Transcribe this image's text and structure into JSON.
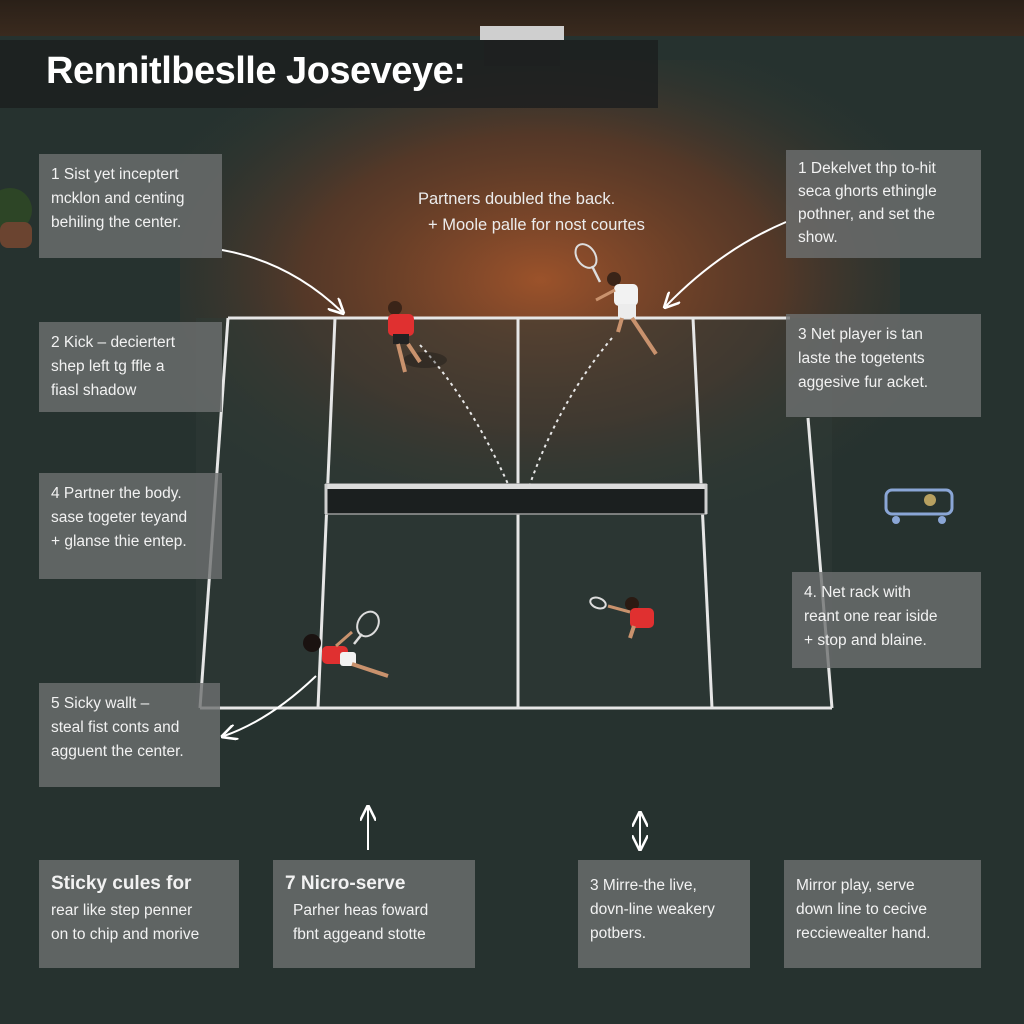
{
  "title": "Rennitlbeslle Joseveye:",
  "center_note": {
    "line1": "Partners doubled the back.",
    "line2": "+ Moole palle for nost courtes"
  },
  "callouts": [
    {
      "id": "top-left",
      "lines": [
        "1 Sist yet inceptert",
        "mcklon and centing",
        "behiling the center."
      ]
    },
    {
      "id": "top-right",
      "lines": [
        "1 Dekelvet thp to-hit",
        "seca ghorts ethingle",
        "pothner, and set the",
        "show."
      ]
    },
    {
      "id": "mid-left-1",
      "lines": [
        "2 Kick – deciertert",
        "shep left tg ffle a",
        "fiasl shadow"
      ]
    },
    {
      "id": "mid-right-1",
      "lines": [
        "3 Net player is tan",
        "laste the togetents",
        "aggesive fur acket."
      ]
    },
    {
      "id": "mid-left-2",
      "lines": [
        "4 Partner the body.",
        "sase togeter teyand",
        "+ glanse thie entep."
      ]
    },
    {
      "id": "mid-right-2",
      "lines": [
        "4. Net rack with",
        "reant one rear iside",
        "+ stop and blaine."
      ]
    },
    {
      "id": "low-left",
      "lines": [
        "5 Sicky wallt –",
        "steal fist conts and",
        "agguent the center."
      ]
    }
  ],
  "bottom_cards": [
    {
      "id": "card-1",
      "lines": [
        "Sticky cules for",
        "rear like step penner",
        "on to chip and morive"
      ]
    },
    {
      "id": "card-2",
      "lines": [
        "7 Nicro-serve",
        "Parher heas foward",
        "fbnt aggeand stotte"
      ]
    },
    {
      "id": "card-3",
      "lines": [
        "3 Mirre-the live,",
        "dovn-line weakery",
        "potbers."
      ]
    },
    {
      "id": "card-4",
      "lines": [
        "Mirror play, serve",
        "down line to cecive",
        "recciewealter hand."
      ]
    }
  ],
  "colors": {
    "court": "#2f3b36",
    "court_lines": "#e6e6e6",
    "sunlight": "#b0582a",
    "shirt_red": "#e03030",
    "panel": "#6e7070"
  },
  "icons": [
    "racket-icon",
    "ball-cart-icon",
    "arrow-icon",
    "double-arrow-icon"
  ]
}
